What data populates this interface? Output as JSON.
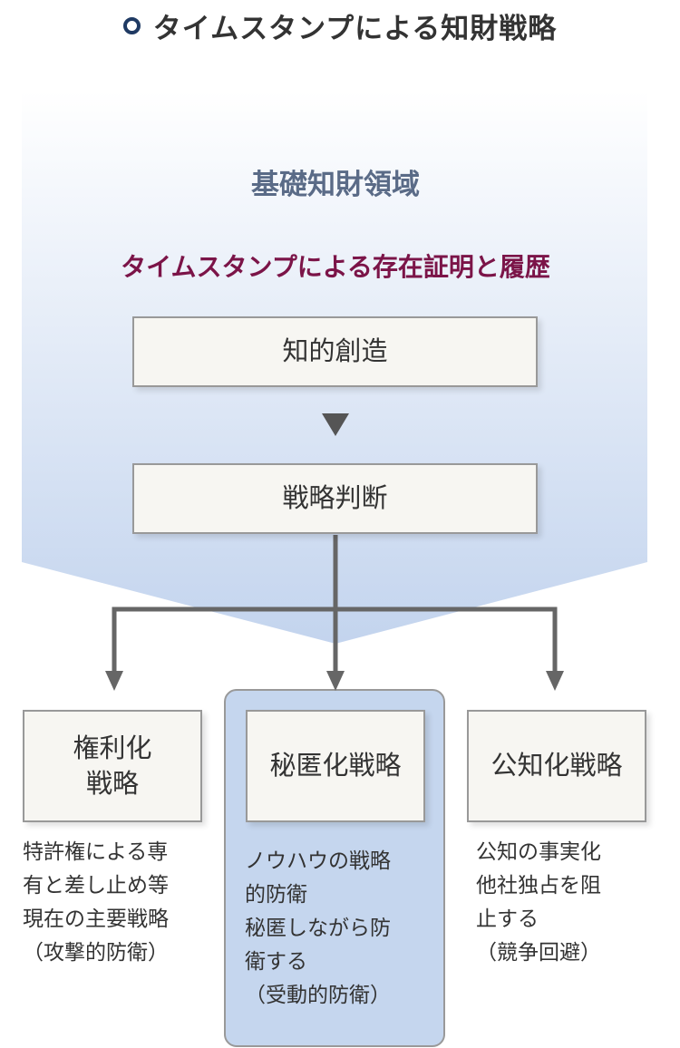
{
  "title": "タイムスタンプによる知財戦略",
  "domain_label": "基礎知財領域",
  "subtitle": "タイムスタンプによる存在証明と履歴",
  "flow": {
    "step1": "知的創造",
    "step2": "戦略判断"
  },
  "strategies": [
    {
      "label_lines": [
        "権利化",
        "戦略"
      ],
      "desc_lines": [
        "特許権による専",
        "有と差し止め等",
        "現在の主要戦略",
        "（攻撃的防衛）"
      ]
    },
    {
      "label_lines": [
        "秘匿化戦略"
      ],
      "desc_lines": [
        "ノウハウの戦略",
        "的防衛",
        "秘匿しながら防",
        "衛する",
        "（受動的防衛）"
      ]
    },
    {
      "label_lines": [
        "公知化戦略"
      ],
      "desc_lines": [
        "公知の事実化",
        "他社独占を阻",
        "止する",
        "（競争回避）"
      ]
    }
  ],
  "colors": {
    "accent": "#7b1448",
    "domain": "#5a6b87",
    "panel": "#c5d6ee",
    "line": "#666666"
  }
}
